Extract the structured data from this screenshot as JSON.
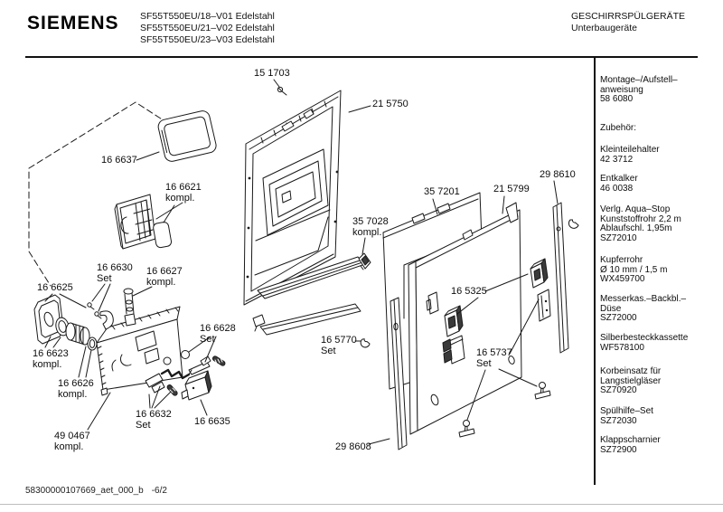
{
  "header": {
    "brand": "SIEMENS",
    "models": [
      "SF55T550EU/18–V01 Edelstahl",
      "SF55T550EU/21–V02 Edelstahl",
      "SF55T550EU/23–V03 Edelstahl"
    ],
    "category": "GESCHIRRSPÜLGERÄTE",
    "subcategory": "Unterbaugeräte"
  },
  "diagram": {
    "labels": [
      {
        "part": "151703",
        "lines": [
          "15 1703"
        ]
      },
      {
        "part": "215750",
        "lines": [
          "21 5750"
        ]
      },
      {
        "part": "166637",
        "lines": [
          "16 6637"
        ]
      },
      {
        "part": "166621",
        "lines": [
          "16 6621",
          "kompl."
        ]
      },
      {
        "part": "357201",
        "lines": [
          "35 7201"
        ]
      },
      {
        "part": "215799",
        "lines": [
          "21 5799"
        ]
      },
      {
        "part": "298610",
        "lines": [
          "29 8610"
        ]
      },
      {
        "part": "357028",
        "lines": [
          "35 7028",
          "kompl."
        ]
      },
      {
        "part": "166630",
        "lines": [
          "16 6630",
          "Set"
        ]
      },
      {
        "part": "166627",
        "lines": [
          "16 6627",
          "kompl."
        ]
      },
      {
        "part": "166625",
        "lines": [
          "16 6625"
        ]
      },
      {
        "part": "165325",
        "lines": [
          "16 5325"
        ]
      },
      {
        "part": "166623",
        "lines": [
          "16 6623",
          "kompl."
        ]
      },
      {
        "part": "165770",
        "lines": [
          "16 5770",
          "Set"
        ]
      },
      {
        "part": "165737",
        "lines": [
          "16 5737",
          "Set"
        ]
      },
      {
        "part": "166626",
        "lines": [
          "16 6626",
          "kompl."
        ]
      },
      {
        "part": "166628",
        "lines": [
          "16 6628",
          "Set"
        ]
      },
      {
        "part": "166632",
        "lines": [
          "16 6632",
          "Set"
        ]
      },
      {
        "part": "166635",
        "lines": [
          "16 6635"
        ]
      },
      {
        "part": "490467",
        "lines": [
          "49 0467",
          "kompl."
        ]
      },
      {
        "part": "298608",
        "lines": [
          "29 8608"
        ]
      }
    ]
  },
  "sidebar": {
    "sections": [
      {
        "lines": [
          "Montage–/Aufstell–",
          "anweisung",
          "58 6080"
        ]
      },
      {
        "lines": [
          "Zubehör:"
        ]
      },
      {
        "lines": [
          "Kleinteilehalter",
          "42 3712"
        ]
      },
      {
        "lines": [
          "Entkalker",
          "46 0038"
        ]
      },
      {
        "lines": [
          "Verlg. Aqua–Stop",
          "Kunststoffrohr 2,2 m",
          "Ablaufschl. 1,95m",
          "SZ72010"
        ]
      },
      {
        "lines": [
          "Kupferrohr",
          "Ø 10 mm / 1,5 m",
          "WX459700"
        ]
      },
      {
        "lines": [
          "Messerkas.–Backbl.–",
          "Düse",
          "SZ72000"
        ]
      },
      {
        "lines": [
          "Silberbesteckkassette",
          "WF578100"
        ]
      },
      {
        "lines": [
          "Korbeinsatz für",
          "Langstielgläser",
          "SZ70920"
        ]
      },
      {
        "lines": [
          "Spülhilfe–Set",
          "SZ72030"
        ]
      },
      {
        "lines": [
          "Klappscharnier",
          "SZ72900"
        ]
      }
    ]
  },
  "footer": {
    "doc_id": "58300000107669_aet_000_b",
    "page": "-6/2"
  },
  "colors": {
    "background": "#ffffff",
    "line": "#1a1a1a",
    "text": "#111111"
  }
}
